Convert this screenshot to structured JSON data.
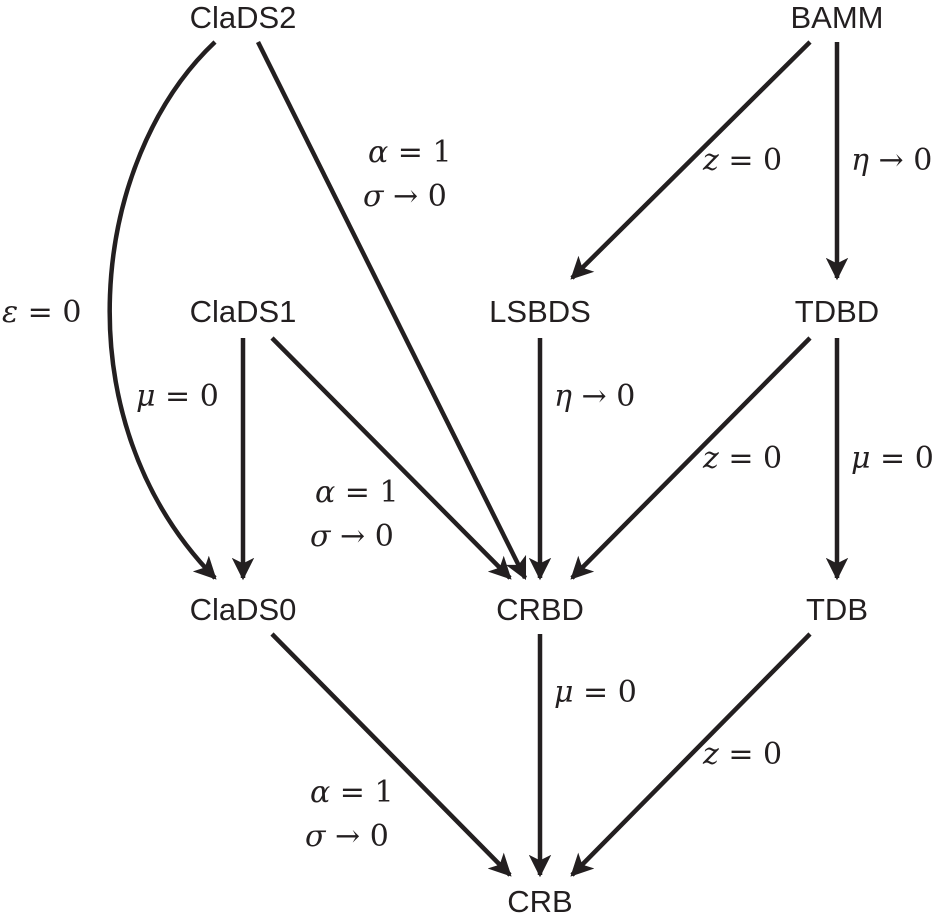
{
  "nodes": {
    "clads2": "ClaDS2",
    "bamm": "BAMM",
    "clads1": "ClaDS1",
    "lsbds": "LSBDS",
    "tdbd": "TDBD",
    "clads0": "ClaDS0",
    "crbd": "CRBD",
    "tdb": "TDB",
    "crb": "CRB"
  },
  "edges": [
    {
      "from": "ClaDS2",
      "to": "ClaDS0",
      "label": [
        "ε = 0"
      ]
    },
    {
      "from": "ClaDS2",
      "to": "CRBD",
      "label": [
        "α = 1",
        "σ → 0"
      ]
    },
    {
      "from": "BAMM",
      "to": "LSBDS",
      "label": [
        "z = 0"
      ]
    },
    {
      "from": "BAMM",
      "to": "TDBD",
      "label": [
        "η → 0"
      ]
    },
    {
      "from": "ClaDS1",
      "to": "ClaDS0",
      "label": [
        "μ = 0"
      ]
    },
    {
      "from": "ClaDS1",
      "to": "CRBD",
      "label": [
        "α = 1",
        "σ → 0"
      ]
    },
    {
      "from": "LSBDS",
      "to": "CRBD",
      "label": [
        "η → 0"
      ]
    },
    {
      "from": "TDBD",
      "to": "CRBD",
      "label": [
        "z = 0"
      ]
    },
    {
      "from": "TDBD",
      "to": "TDB",
      "label": [
        "μ = 0"
      ]
    },
    {
      "from": "ClaDS0",
      "to": "CRB",
      "label": [
        "α = 1",
        "σ → 0"
      ]
    },
    {
      "from": "CRBD",
      "to": "CRB",
      "label": [
        "μ = 0"
      ]
    },
    {
      "from": "TDB",
      "to": "CRB",
      "label": [
        "z = 0"
      ]
    }
  ]
}
